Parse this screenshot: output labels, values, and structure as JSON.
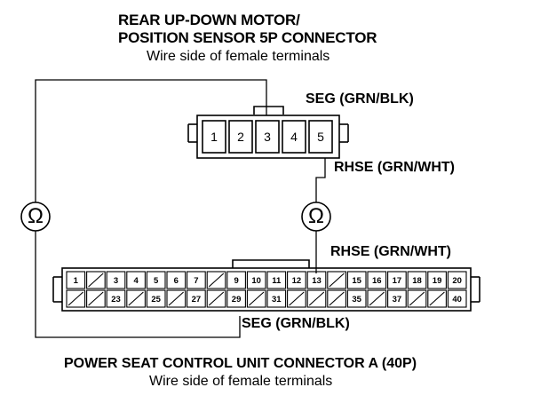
{
  "top_connector": {
    "title_line1": "REAR UP-DOWN MOTOR/",
    "title_line2": "POSITION SENSOR 5P CONNECTOR",
    "subtitle": "Wire side of female terminals",
    "pins": [
      "1",
      "2",
      "3",
      "4",
      "5"
    ]
  },
  "wire_labels": {
    "seg_top": "SEG (GRN/BLK)",
    "rhse_top": "RHSE (GRN/WHT)",
    "rhse_bottom": "RHSE (GRN/WHT)",
    "seg_bottom": "SEG (GRN/BLK)"
  },
  "meters": {
    "left_symbol": "Ω",
    "right_symbol": "Ω"
  },
  "bottom_connector": {
    "title": "POWER SEAT CONTROL UNIT CONNECTOR A (40P)",
    "subtitle": "Wire side of female terminals",
    "row1": [
      "1",
      "",
      "3",
      "4",
      "5",
      "6",
      "7",
      "",
      "9",
      "10",
      "11",
      "12",
      "13",
      "",
      "15",
      "16",
      "17",
      "18",
      "19",
      "20"
    ],
    "row2": [
      "",
      "",
      "23",
      "",
      "25",
      "",
      "27",
      "",
      "29",
      "",
      "31",
      "",
      "",
      "",
      "35",
      "",
      "37",
      "",
      "",
      "40"
    ]
  }
}
